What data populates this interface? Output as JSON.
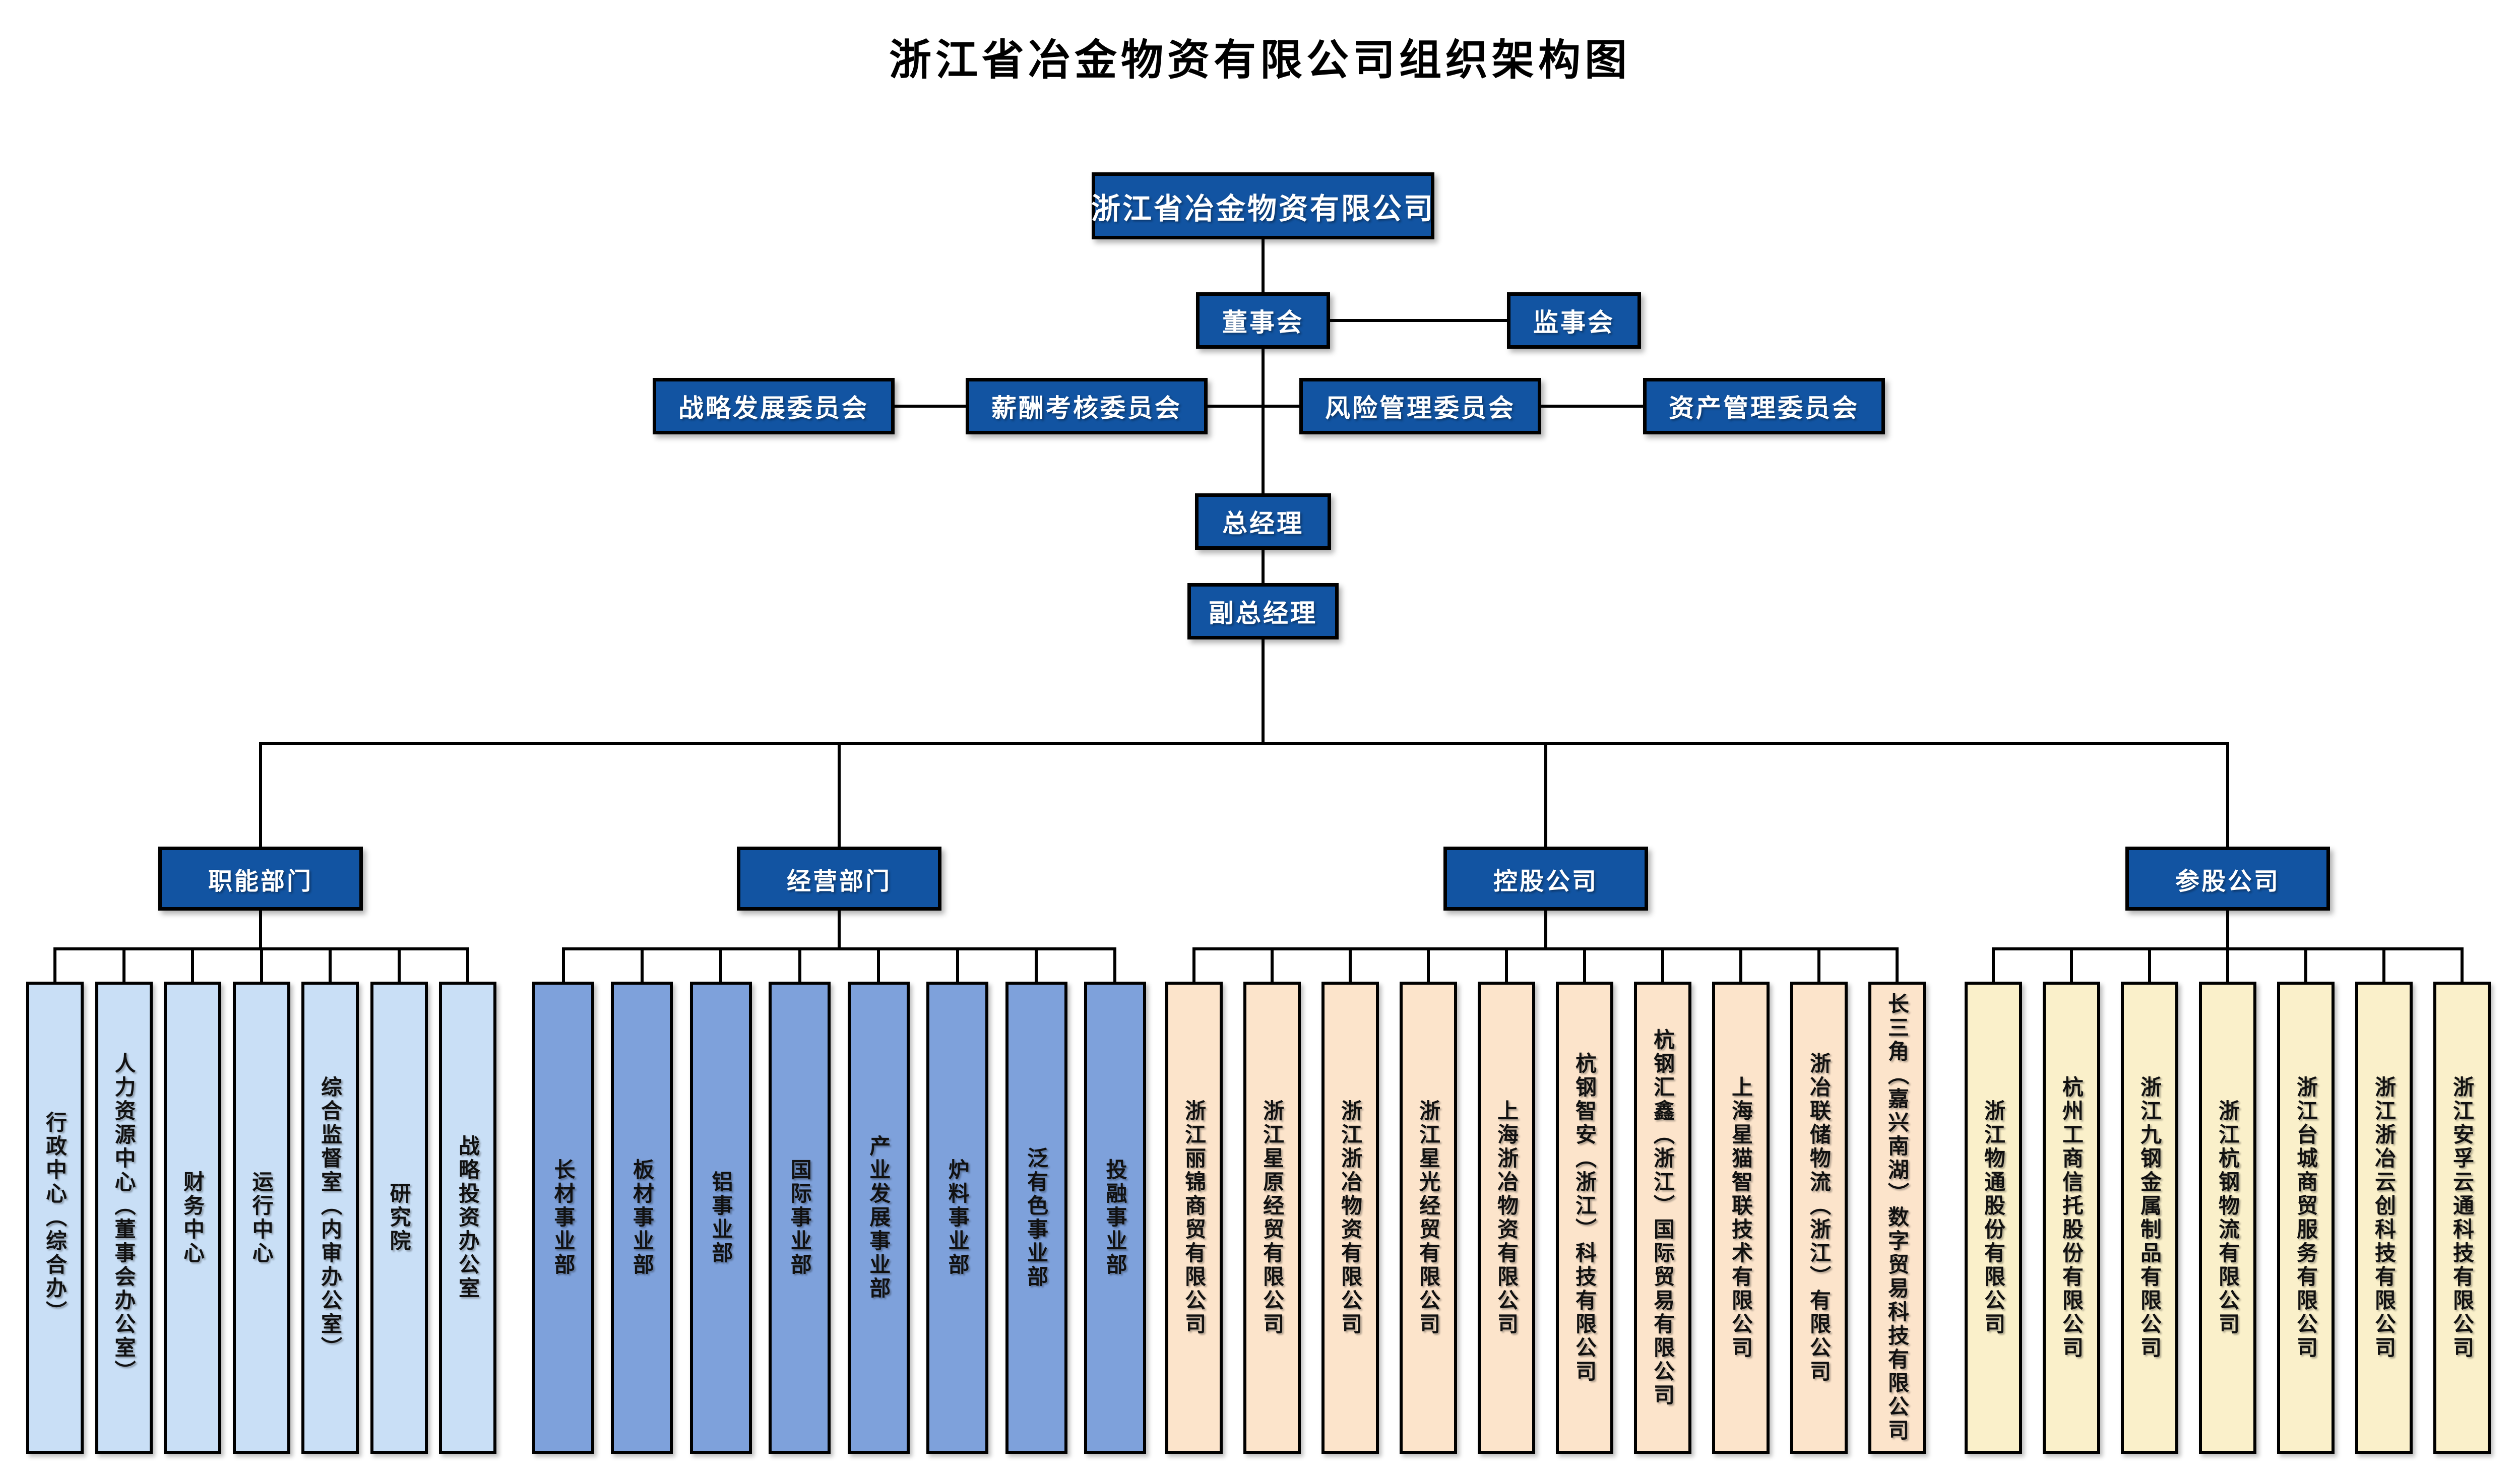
{
  "title": "浙江省冶金物资有限公司组织架构图",
  "nodes": {
    "root": "浙江省冶金物资有限公司",
    "board": "董事会",
    "supervisory": "监事会",
    "committees": [
      "战略发展委员会",
      "薪酬考核委员会",
      "风险管理委员会",
      "资产管理委员会"
    ],
    "general_manager": "总经理",
    "deputy_general_manager": "副总经理"
  },
  "branches": [
    {
      "key": "functional",
      "label": "职能部门",
      "children": [
        "行政中心（综合办）",
        "人力资源中心（董事会办公室）",
        "财务中心",
        "运行中心",
        "综合监督室（内审办公室）",
        "研究院",
        "战略投资办公室"
      ]
    },
    {
      "key": "business",
      "label": "经营部门",
      "children": [
        "长材事业部",
        "板材事业部",
        "铝事业部",
        "国际事业部",
        "产业发展事业部",
        "炉料事业部",
        "泛有色事业部",
        "投融事业部"
      ]
    },
    {
      "key": "holding",
      "label": "控股公司",
      "children": [
        "浙江丽锦商贸有限公司",
        "浙江星原经贸有限公司",
        "浙江浙冶物资有限公司",
        "浙江星光经贸有限公司",
        "上海浙冶物资有限公司",
        "杭钢智安（浙江）科技有限公司",
        "杭钢汇鑫（浙江）国际贸易有限公司",
        "上海星猫智联技术有限公司",
        "浙冶联储物流（浙江）有限公司",
        "长三角（嘉兴南湖）数字贸易科技有限公司"
      ]
    },
    {
      "key": "invested",
      "label": "参股公司",
      "children": [
        "浙江物通股份有限公司",
        "杭州工商信托股份有限公司",
        "浙江九钢金属制品有限公司",
        "浙江杭钢物流有限公司",
        "浙江台城商贸服务有限公司",
        "浙江浙冶云创科技有限公司",
        "浙江安孚云通科技有限公司"
      ]
    }
  ],
  "colors": {
    "node_blue": "#1254A2",
    "functional_fill": "#C9DFF6",
    "business_fill": "#7EA1DB",
    "holding_fill": "#FCE4CB",
    "invested_fill": "#FAF0CA",
    "connector": "#000000",
    "node_text": "#FFFFFF",
    "column_text": "#111111"
  }
}
